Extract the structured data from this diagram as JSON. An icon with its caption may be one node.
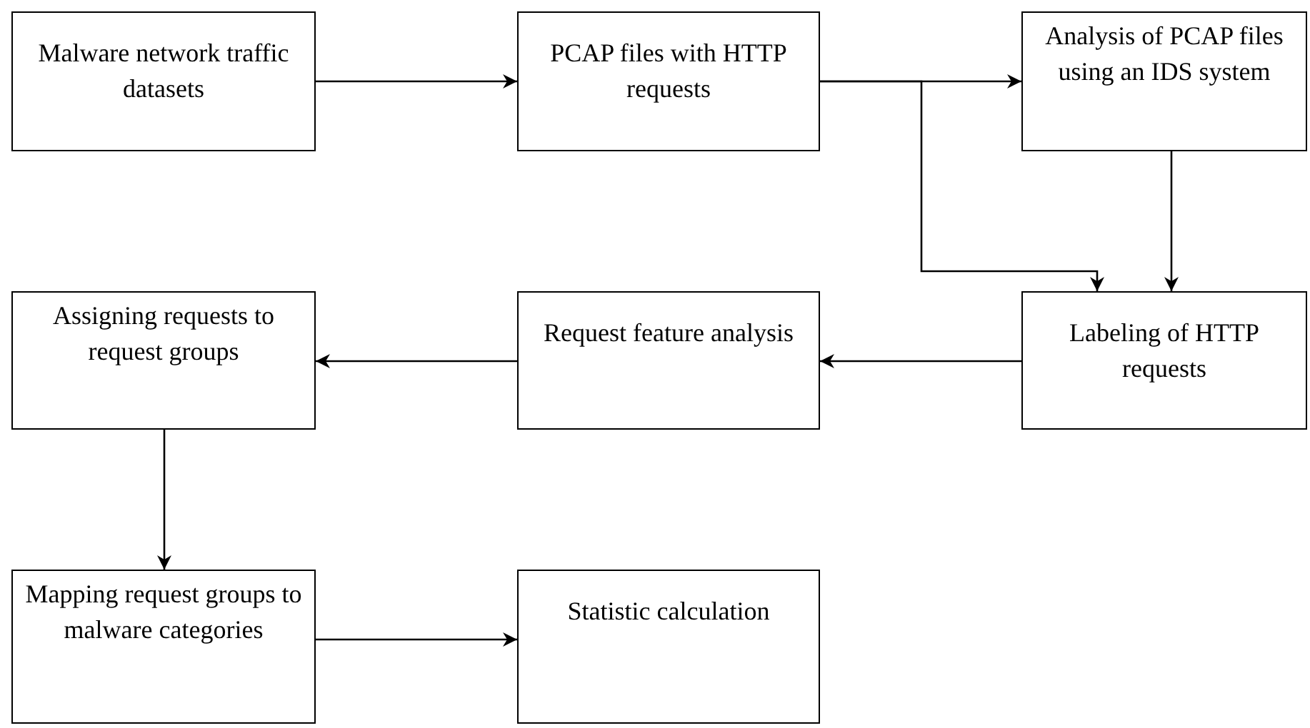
{
  "diagram": {
    "nodes": [
      {
        "text": [
          "Malware network traffic datasets"
        ]
      },
      {
        "text": [
          "PCAP files with HTTP requests"
        ]
      },
      {
        "text": [
          "Analysis of PCAP files using an IDS system"
        ]
      },
      {
        "text": [
          "Assigning requests to request groups"
        ]
      },
      {
        "text": [
          "Request feature analysis"
        ]
      },
      {
        "text": [
          "Labeling of HTTP requests"
        ]
      },
      {
        "text": [
          "Mapping request groups to malware categories"
        ]
      },
      {
        "text": [
          "Statistic calculation"
        ]
      }
    ],
    "edges": [
      {
        "from": 0,
        "to": 1,
        "arrow": "to"
      },
      {
        "from": 1,
        "to": 2,
        "arrow": "to"
      },
      {
        "from": 1,
        "to": 5,
        "arrow": "to"
      },
      {
        "from": 2,
        "to": 5,
        "arrow": "to"
      },
      {
        "from": 5,
        "to": 4,
        "arrow": "to"
      },
      {
        "from": 4,
        "to": 3,
        "arrow": "to"
      },
      {
        "from": 3,
        "to": 6,
        "arrow": "to"
      },
      {
        "from": 6,
        "to": 7,
        "arrow": "to"
      }
    ]
  }
}
